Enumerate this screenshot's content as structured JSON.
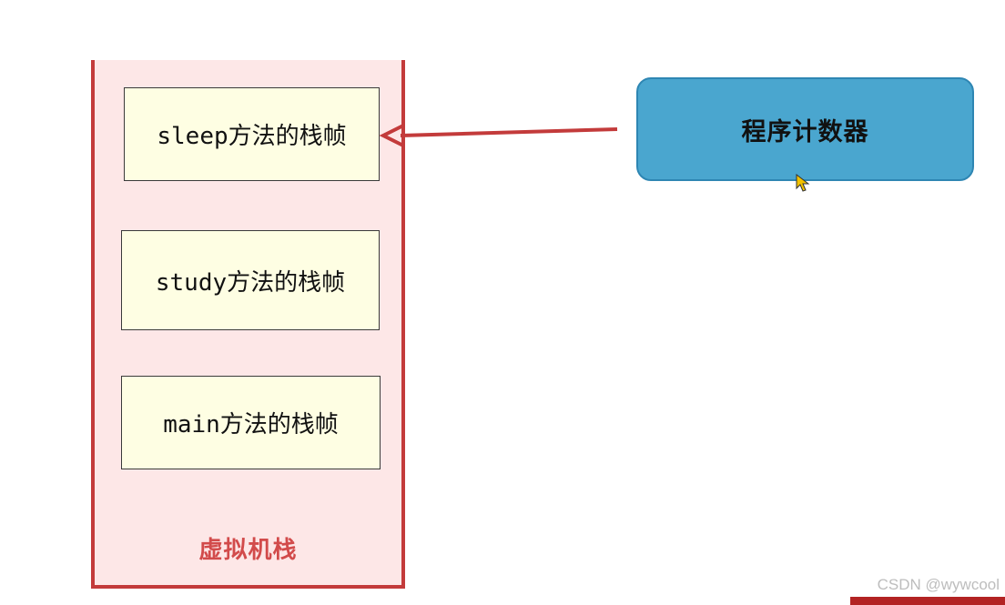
{
  "diagram": {
    "stack_label": "虚拟机栈",
    "frames": [
      {
        "label": "sleep方法的栈帧"
      },
      {
        "label": "study方法的栈帧"
      },
      {
        "label": "main方法的栈帧"
      }
    ],
    "program_counter": {
      "label": "程序计数器"
    }
  },
  "watermark": {
    "text": "CSDN @wywcool"
  },
  "colors": {
    "stack_fill": "#fde7e7",
    "stack_border": "#c33b3b",
    "frame_fill": "#fefee3",
    "pc_fill": "#4aa6cf",
    "arrow": "#c33b3b"
  }
}
